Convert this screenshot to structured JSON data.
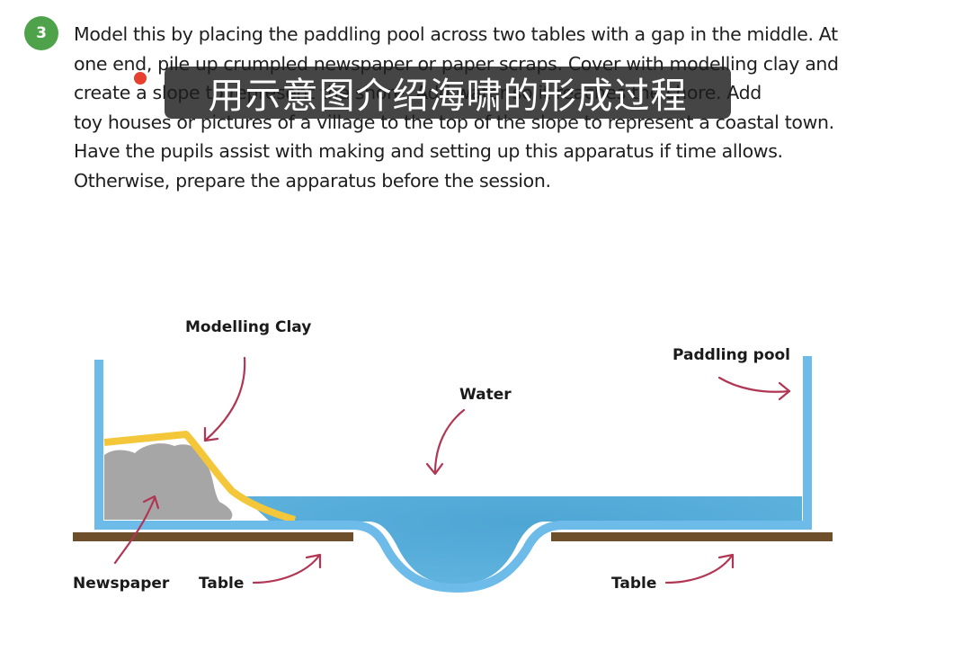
{
  "step": {
    "number": "3"
  },
  "instructions": {
    "lines": [
      "Model this by placing the paddling pool across two tables with a gap in the middle. At",
      "one end, pile up crumpled newspaper or paper scraps. Cover with modelling clay and",
      "create a slope to represent the shore. Add water so it reaches the shore. Add",
      "toy houses or pictures of a village to the top of the slope to represent a coastal town.",
      "Have the pupils assist with making and setting up this apparatus if time allows.",
      "Otherwise, prepare the apparatus before the session."
    ]
  },
  "overlay": {
    "caption": "用示意图介绍海啸的形成过程"
  },
  "diagram": {
    "labels": {
      "modelling_clay": "Modelling Clay",
      "paddling_pool": "Paddling pool",
      "water": "Water",
      "newspaper": "Newspaper",
      "table_left": "Table",
      "table_right": "Table"
    },
    "colors": {
      "pool_wall": "#6dbbe8",
      "water": "#5aaed8",
      "clay": "#f4c73b",
      "newspaper": "#a6a6a6",
      "table": "#6e4f2c",
      "arrow": "#b13654",
      "step_badge": "#4ea24a",
      "red_dot": "#e8402e"
    }
  }
}
